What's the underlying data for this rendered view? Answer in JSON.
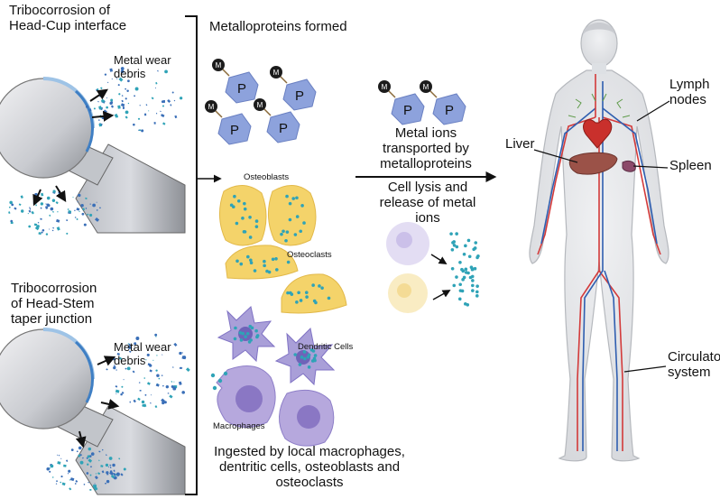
{
  "left": {
    "top_interface_label": [
      "Tribocorrosion of",
      "Head-Cup interface"
    ],
    "top_debris_label": [
      "Metal wear",
      "debris"
    ],
    "bottom_interface_label": [
      "Tribocorrosion",
      "of Head-Stem",
      "taper junction"
    ],
    "bottom_debris_label": [
      "Metal wear",
      "debris"
    ]
  },
  "middle": {
    "heading": "Metalloproteins formed",
    "metal_symbol": "M",
    "protein_symbol": "P",
    "cells": {
      "osteoblasts": "Osteoblasts",
      "osteoclasts": "Osteoclasts",
      "dendritic": "Dendritic Cells",
      "macrophages": "Macrophages"
    },
    "footer": [
      "Ingested by local macrophages,",
      "dentritic cells, osteoblasts and",
      "osteoclasts"
    ]
  },
  "transport": {
    "label_top": [
      "Metal ions",
      "transported by",
      "metalloproteins"
    ],
    "label_bottom": [
      "Cell lysis and",
      "release of metal",
      "ions"
    ]
  },
  "body": {
    "lymph": [
      "Lymph",
      "nodes"
    ],
    "liver": "Liver",
    "spleen": "Spleen",
    "circulatory": [
      "Circulatory",
      "system"
    ]
  },
  "colors": {
    "protein": "#8da2dc",
    "metal": "#1c1c1c",
    "debris_blue": "#3a6fb8",
    "ion_teal": "#2fa3b7",
    "osteoblast": "#f4d36a",
    "dendritic": "#a99fd8",
    "macrophage": "#b6a8dd",
    "artery": "#d33a3a",
    "vein": "#2f5eb0",
    "body": "#e2e4e8"
  }
}
